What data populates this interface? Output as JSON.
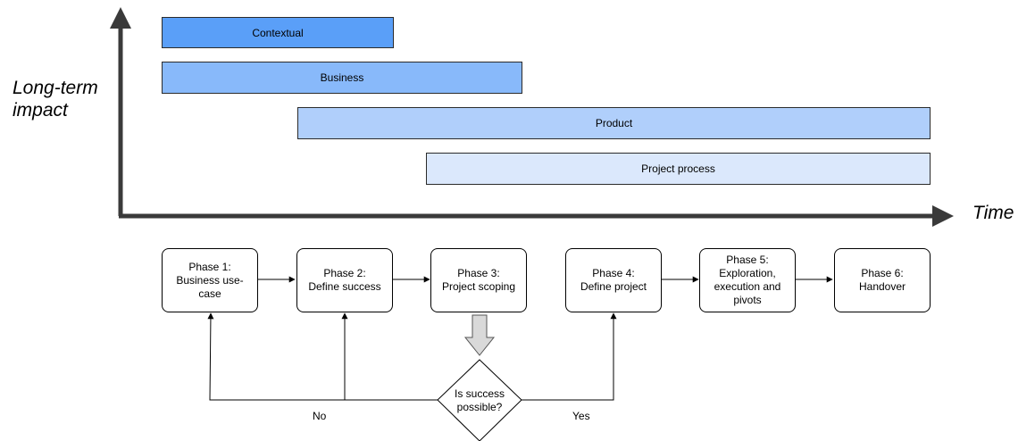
{
  "axes": {
    "y_label": "Long-term\nimpact",
    "x_label": "Time"
  },
  "bars": [
    {
      "label": "Contextual",
      "color": "#5a9ff8"
    },
    {
      "label": "Business",
      "color": "#88b9fa"
    },
    {
      "label": "Product",
      "color": "#b0cffb"
    },
    {
      "label": "Project process",
      "color": "#dbe8fc"
    }
  ],
  "phases": [
    {
      "label": "Phase 1:\nBusiness use-case"
    },
    {
      "label": "Phase 2:\nDefine success"
    },
    {
      "label": "Phase 3:\nProject scoping"
    },
    {
      "label": "Phase 4:\nDefine project"
    },
    {
      "label": "Phase 5:\nExploration,\nexecution and\npivots"
    },
    {
      "label": "Phase 6:\nHandover"
    }
  ],
  "decision": {
    "label": "Is success\npossible?",
    "no_label": "No",
    "yes_label": "Yes"
  },
  "colors": {
    "axis": "#3a3a3a",
    "big_arrow_fill": "#d9d9d9"
  }
}
